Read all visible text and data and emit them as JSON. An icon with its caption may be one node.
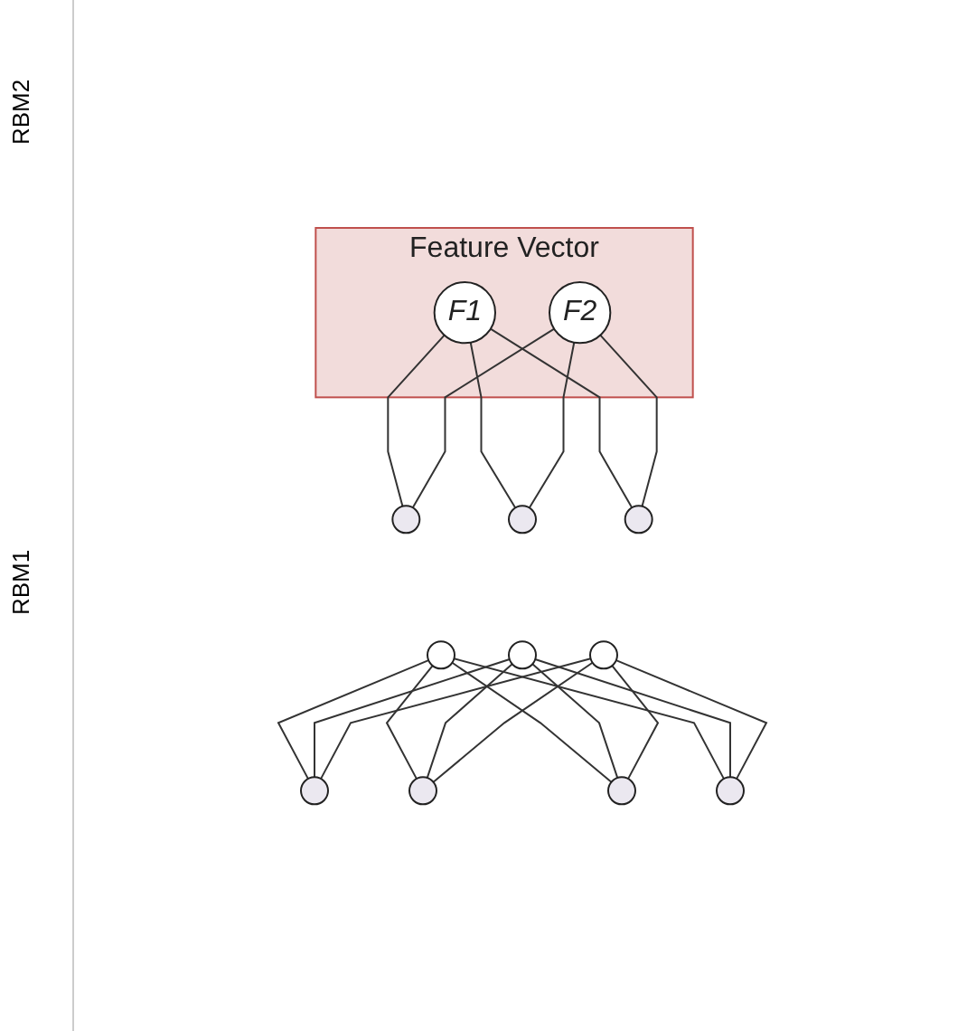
{
  "diagram": {
    "nodes": [
      {
        "text": [
          "Feature Vector"
        ]
      },
      {
        "text": [
          "F1"
        ],
        "in": 0
      },
      {
        "text": [
          "F2"
        ],
        "in": 0
      },
      {
        "text": [],
        "shape": "circle"
      },
      {
        "text": [],
        "shape": "circle"
      },
      {
        "text": [],
        "shape": "circle"
      },
      {
        "text": [],
        "shape": "circle"
      },
      {
        "text": [],
        "shape": "circle"
      },
      {
        "text": [],
        "shape": "circle"
      },
      {
        "text": [],
        "shape": "circle"
      },
      {
        "text": [],
        "shape": "circle"
      },
      {
        "text": [],
        "shape": "circle"
      },
      {
        "text": [],
        "shape": "circle"
      }
    ],
    "edges": [
      {
        "from": 1,
        "to": 3,
        "arrow": "none"
      },
      {
        "from": 1,
        "to": 4,
        "arrow": "none"
      },
      {
        "from": 1,
        "to": 5,
        "arrow": "none"
      },
      {
        "from": 2,
        "to": 3,
        "arrow": "none"
      },
      {
        "from": 2,
        "to": 4,
        "arrow": "none"
      },
      {
        "from": 2,
        "to": 5,
        "arrow": "none"
      },
      {
        "from": 6,
        "to": 9,
        "arrow": "none"
      },
      {
        "from": 6,
        "to": 10,
        "arrow": "none"
      },
      {
        "from": 6,
        "to": 11,
        "arrow": "none"
      },
      {
        "from": 6,
        "to": 12,
        "arrow": "none"
      },
      {
        "from": 7,
        "to": 9,
        "arrow": "none"
      },
      {
        "from": 7,
        "to": 10,
        "arrow": "none"
      },
      {
        "from": 7,
        "to": 11,
        "arrow": "none"
      },
      {
        "from": 7,
        "to": 12,
        "arrow": "none"
      },
      {
        "from": 8,
        "to": 9,
        "arrow": "none"
      },
      {
        "from": 8,
        "to": 10,
        "arrow": "none"
      },
      {
        "from": 8,
        "to": 11,
        "arrow": "none"
      },
      {
        "from": 8,
        "to": 12,
        "arrow": "none"
      }
    ],
    "labels": [
      "RBM2",
      "RBM1"
    ]
  }
}
